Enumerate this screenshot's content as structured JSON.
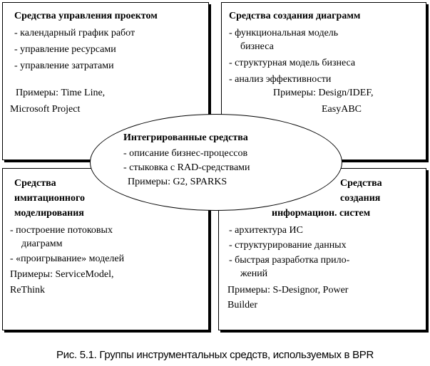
{
  "project_management": {
    "title": "Средства управления проектом",
    "items": [
      "- календарный график работ",
      "- управление ресурсами",
      "- управление затратами"
    ],
    "examples_line1": "Примеры: Time Line,",
    "examples_line2": "Microsoft Project"
  },
  "diagramming": {
    "title": "Средства создания диаграмм",
    "item1_line1": "- функциональная модель",
    "item1_line2": "бизнеса",
    "item2": "- структурная модель бизнеса",
    "item3": "- анализ эффективности",
    "examples_line1": "Примеры: Design/IDEF,",
    "examples_line2": "EasyABC"
  },
  "integrated": {
    "title": "Интегрированные средства",
    "items": [
      "- описание бизнес-процессов",
      "- стыковка с RAD-средствами"
    ],
    "examples": "Примеры: G2, SPARKS"
  },
  "simulation": {
    "title_line1": "Средства",
    "title_line2": "имитационного",
    "title_line3": "моделирования",
    "item1_line1": "- построение потоковых",
    "item1_line2": "диаграмм",
    "item2": "- «проигрывание» моделей",
    "examples_line1": "Примеры: ServiceModel,",
    "examples_line2": "ReThink"
  },
  "info_systems": {
    "title_line1": "Средства",
    "title_line2": "создания",
    "title_line3": "информацион. систем",
    "item1": "- архитектура ИС",
    "item2": "- структурирование данных",
    "item3_line1": "- быстрая разработка прило-",
    "item3_line2": "жений",
    "examples_line1": "Примеры: S-Designor, Power",
    "examples_line2": "Builder"
  },
  "caption": "Рис. 5.1. Группы инструментальных средств, используемых в BPR"
}
